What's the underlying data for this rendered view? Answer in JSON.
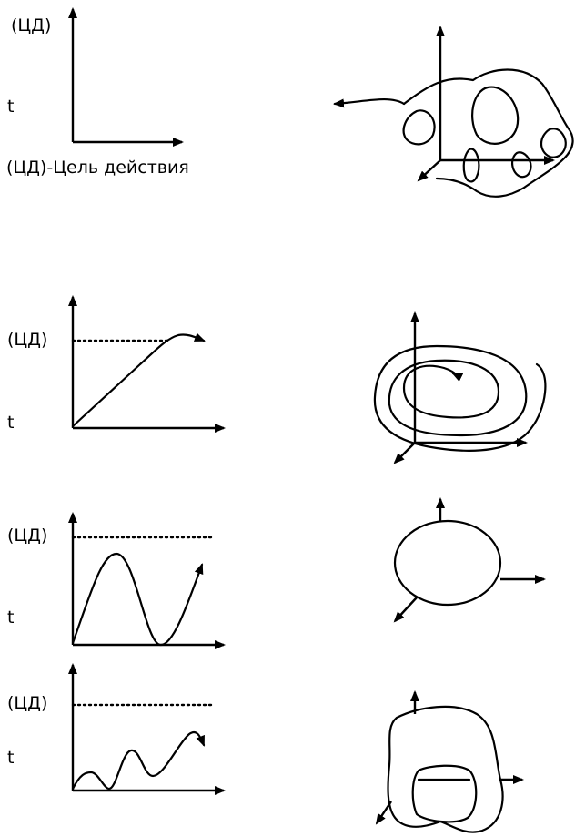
{
  "labels": {
    "cd": "(ЦД)",
    "t": "t",
    "legend": "(ЦД)-Цель действия"
  }
}
